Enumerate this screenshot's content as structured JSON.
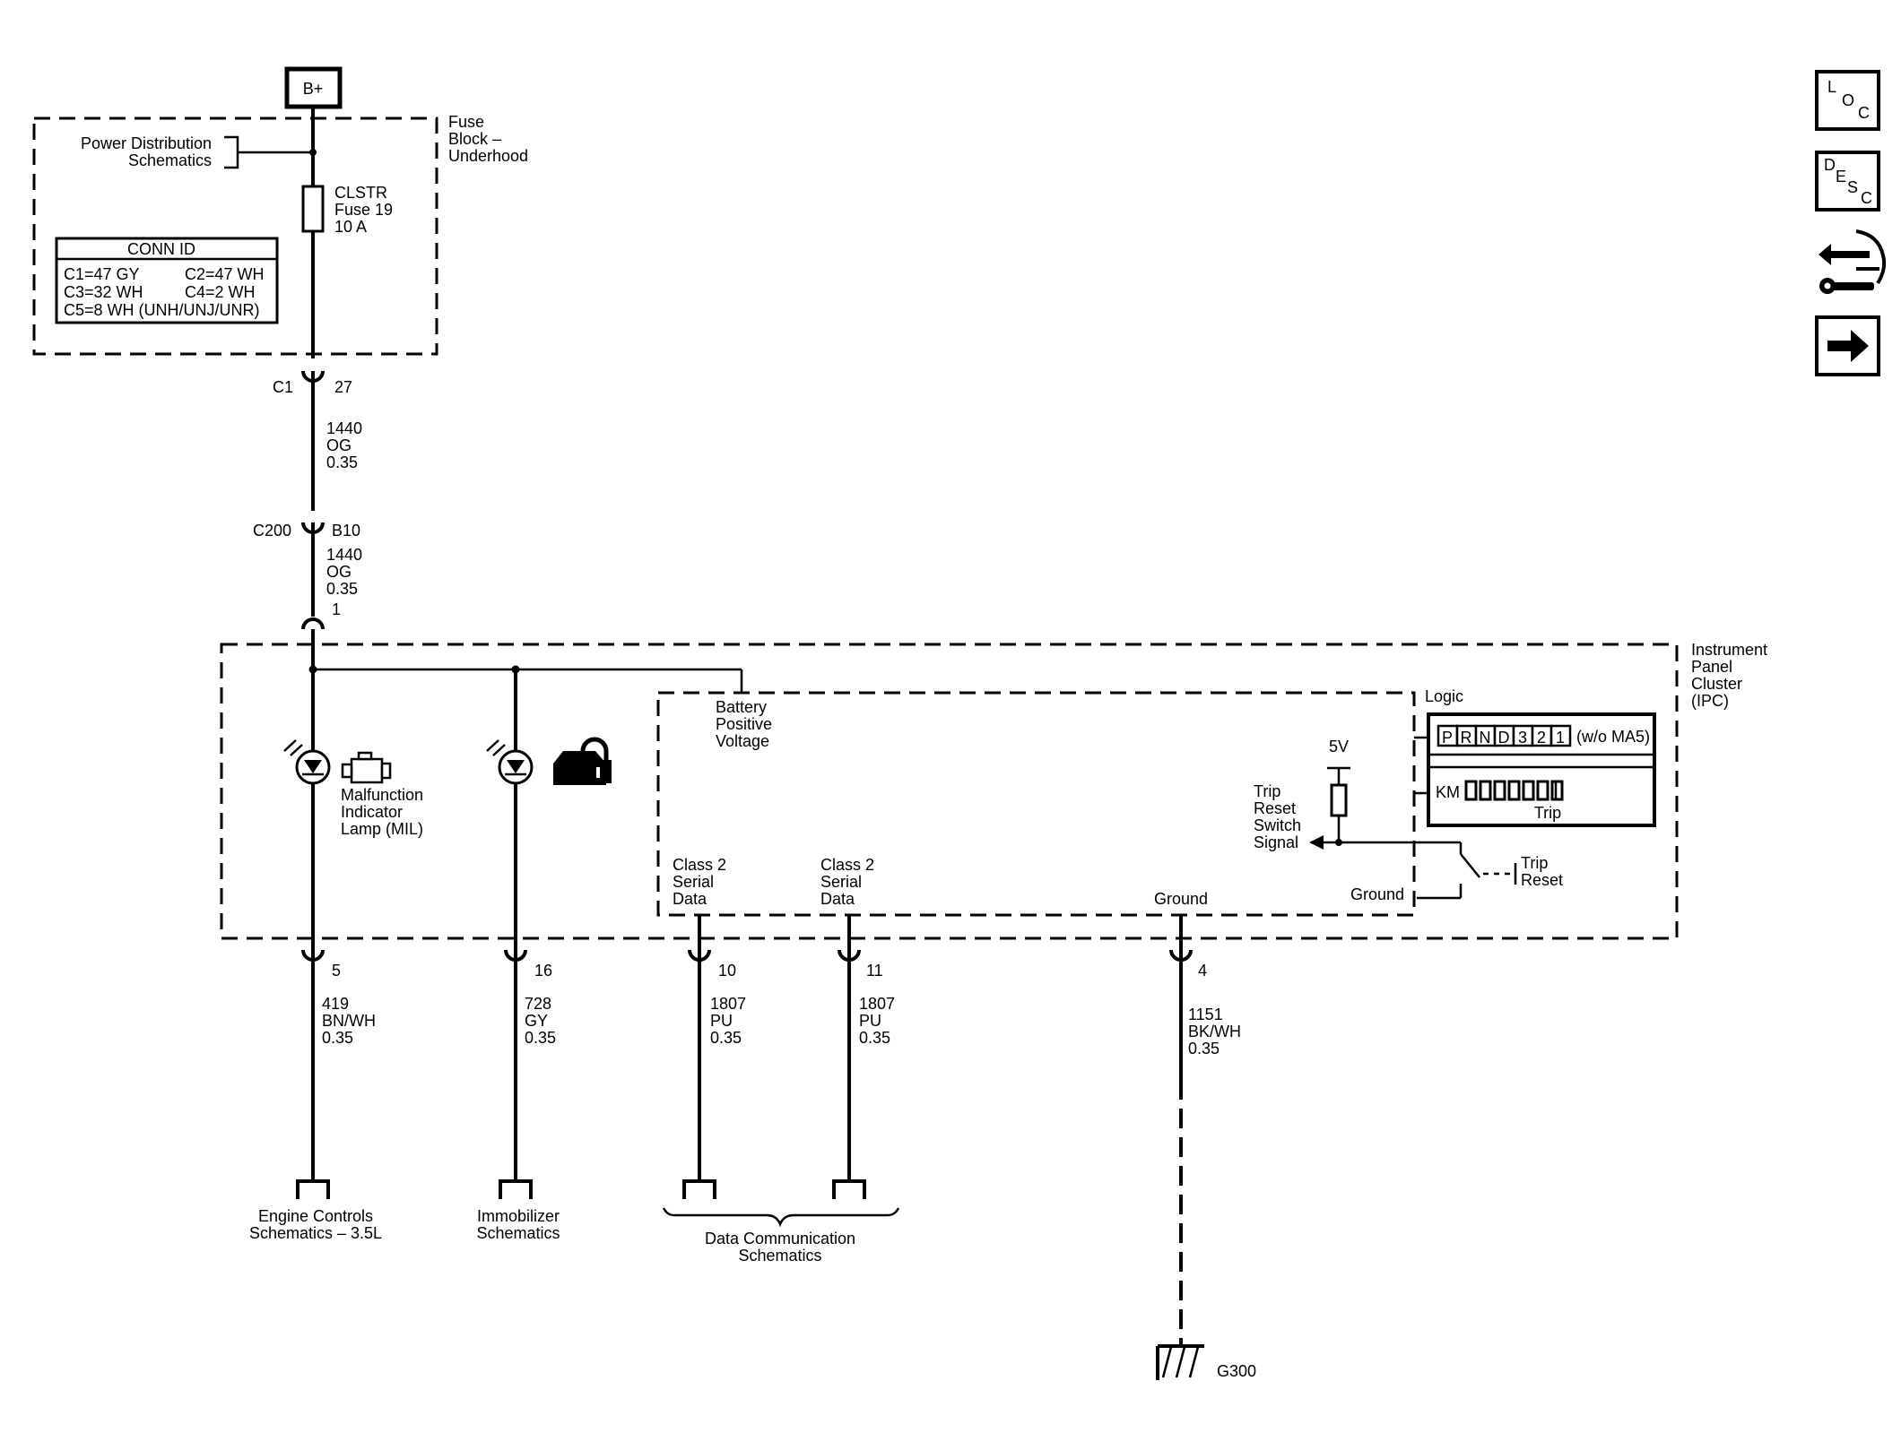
{
  "power": {
    "label": "B+"
  },
  "fuse_block": {
    "name_lines": [
      "Fuse",
      "Block –",
      "Underhood"
    ],
    "power_ref_lines": [
      "Power Distribution",
      "Schematics"
    ],
    "fuse_lines": [
      "CLSTR",
      "Fuse 19",
      "10 A"
    ]
  },
  "conn_id": {
    "title": "CONN ID",
    "rows": [
      {
        "left": "C1=47 GY",
        "right": "C2=47 WH"
      },
      {
        "left": "C3=32 WH",
        "right": "C4=2 WH"
      },
      {
        "left": "C5=8 WH (UNH/UNJ/UNR)",
        "right": ""
      }
    ]
  },
  "connector_c1": {
    "connector": "C1",
    "pin": "27"
  },
  "wire_1440_a": {
    "circuit": "1440",
    "color": "OG",
    "size": "0.35"
  },
  "connector_c200": {
    "connector": "C200",
    "pin": "B10"
  },
  "wire_1440_b": {
    "circuit": "1440",
    "color": "OG",
    "size": "0.35"
  },
  "ipc_pin_in": "1",
  "ipc": {
    "name_lines": [
      "Instrument",
      "Panel",
      "Cluster",
      "(IPC)"
    ],
    "logic_label": "Logic",
    "battery_lines": [
      "Battery",
      "Positive",
      "Voltage"
    ],
    "mil_lines": [
      "Malfunction",
      "Indicator",
      "Lamp (MIL)"
    ],
    "five_v": "5V",
    "trip_signal_lines": [
      "Trip",
      "Reset",
      "Switch",
      "Signal"
    ],
    "trip_reset_lines": [
      "Trip",
      "Reset"
    ],
    "ground_inner": "Ground",
    "ground_label": "Ground",
    "class2_a_lines": [
      "Class 2",
      "Serial",
      "Data"
    ],
    "class2_b_lines": [
      "Class 2",
      "Serial",
      "Data"
    ],
    "prnd_letters": [
      "P",
      "R",
      "N",
      "D",
      "3",
      "2",
      "1"
    ],
    "prnd_note": "(w/o MA5)",
    "odometer_unit": "KM",
    "trip_label": "Trip"
  },
  "wires_out": [
    {
      "pin": "5",
      "circuit": "419",
      "color": "BN/WH",
      "size": "0.35"
    },
    {
      "pin": "16",
      "circuit": "728",
      "color": "GY",
      "size": "0.35"
    },
    {
      "pin": "10",
      "circuit": "1807",
      "color": "PU",
      "size": "0.35"
    },
    {
      "pin": "11",
      "circuit": "1807",
      "color": "PU",
      "size": "0.35"
    },
    {
      "pin": "4",
      "circuit": "1151",
      "color": "BK/WH",
      "size": "0.35"
    }
  ],
  "refs": {
    "engine_lines": [
      "Engine Controls",
      "Schematics – 3.5L"
    ],
    "immobilizer_lines": [
      "Immobilizer",
      "Schematics"
    ],
    "data_comm_lines": [
      "Data Communication",
      "Schematics"
    ]
  },
  "ground_point": "G300",
  "nav_icons": {
    "loc": [
      "L",
      "O",
      "C"
    ],
    "desc": [
      "D",
      "E",
      "S",
      "C"
    ]
  },
  "icons": [
    "loc-icon",
    "desc-icon",
    "service-wrench-icon",
    "next-arrow-icon",
    "engine-icon",
    "security-lock-icon",
    "lamp-icon"
  ]
}
